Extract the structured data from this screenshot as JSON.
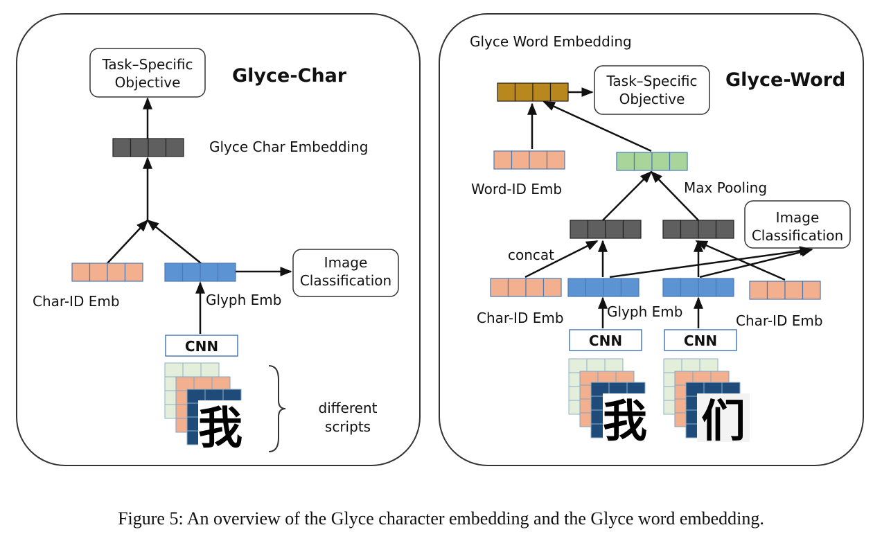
{
  "left_panel": {
    "title": "Glyce-Char",
    "objective": [
      "Task–Specific",
      "Objective"
    ],
    "char_embedding_label": "Glyce Char Embedding",
    "char_id_label": "Char-ID Emb",
    "glyph_label": "Glyph Emb",
    "image_classification": [
      "Image",
      "Classification"
    ],
    "cnn_label": "CNN",
    "scripts_label": [
      "different",
      "scripts"
    ],
    "character": "我"
  },
  "right_panel": {
    "title": "Glyce-Word",
    "word_embedding_label": "Glyce Word Embedding",
    "objective": [
      "Task–Specific",
      "Objective"
    ],
    "word_id_label": "Word-ID Emb",
    "max_pooling_label": "Max Pooling",
    "image_classification": [
      "Image",
      "Classification"
    ],
    "concat_label": "concat",
    "char_id_label_left": "Char-ID Emb",
    "glyph_label": "Glyph Emb",
    "char_id_label_right": "Char-ID Emb",
    "cnn_left": "CNN",
    "cnn_right": "CNN",
    "character_left": "我",
    "character_right": "们"
  },
  "caption": "Figure 5: An overview of the Glyce character embedding and the Glyce word embedding.",
  "colors": {
    "salmon": "#f2b08e",
    "blue": "#5b93d3",
    "dark_gray": "#5f5f5f",
    "gold": "#b8871e",
    "green": "#a9d49a",
    "navy": "#1f4b7a",
    "pale_green": "#e3eedb",
    "outline": "#333333"
  }
}
